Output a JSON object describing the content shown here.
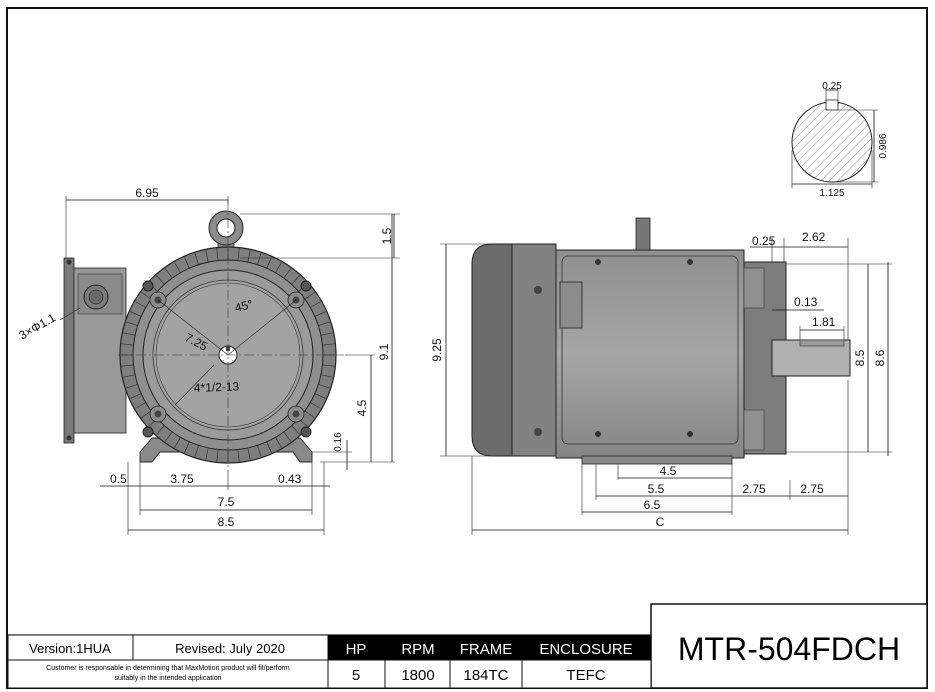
{
  "drawing": {
    "front_view": {
      "dim_width_top": "6.95",
      "dim_eyebolt": "1.5",
      "dim_height_total": "9.1",
      "dim_shaft_height": "4.5",
      "dim_foot_thickness": "0.16",
      "dim_conduit": "3×Φ1.1",
      "dim_bolt_circle": "7.25",
      "dim_angle": "45°",
      "dim_bolt_holes": "4*1/2-13",
      "dim_left_offset": "0.5",
      "dim_half_span": "3.75",
      "dim_right_offset": "0.43",
      "dim_mount_width": "7.5",
      "dim_base_width": "8.5"
    },
    "side_view": {
      "dim_height": "9.25",
      "dim_flange_thk": "0.25",
      "dim_shaft_ext": "2.62",
      "dim_key_offset": "0.13",
      "dim_key_length": "1.81",
      "dim_flange_inner": "8.5",
      "dim_flange_outer": "8.6",
      "dim_foot_span": "4.5",
      "dim_foot_span2": "5.5",
      "dim_foot_overall": "6.5",
      "dim_end_a": "2.75",
      "dim_end_b": "2.75",
      "dim_c": "C"
    },
    "shaft_detail": {
      "dim_key_width": "0.25",
      "dim_shaft_height": "0.986",
      "dim_shaft_diameter": "1.125"
    }
  },
  "title_block": {
    "version": "Version:1HUA",
    "revised": "Revised: July 2020",
    "disclaimer_line1": "Customer is responsable in determining that MaxMotion product will fit/perform",
    "disclaimer_line2": "suitably in the intended application",
    "headers": [
      "HP",
      "RPM",
      "FRAME",
      "ENCLOSURE"
    ],
    "values": [
      "5",
      "1800",
      "184TC",
      "TEFC"
    ],
    "model": "MTR-504FDCH"
  }
}
